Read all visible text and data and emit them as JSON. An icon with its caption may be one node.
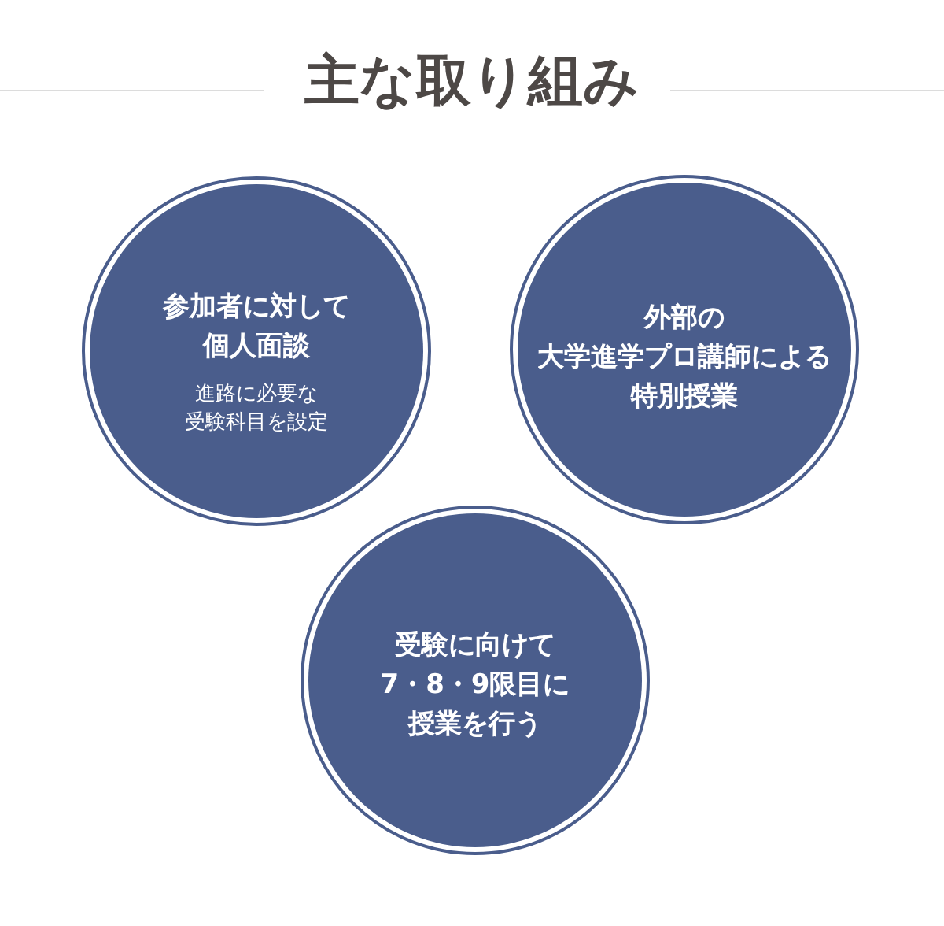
{
  "diagram": {
    "title": "主な取り組み",
    "nodes": [
      {
        "text": [
          "参加者に対して個人面談",
          "進路に必要な受験科目を設定"
        ]
      },
      {
        "text": [
          "外部の大学進学プロ講師による特別授業"
        ]
      },
      {
        "text": [
          "受験に向けて7・8・9限目に授業を行う"
        ]
      }
    ]
  }
}
